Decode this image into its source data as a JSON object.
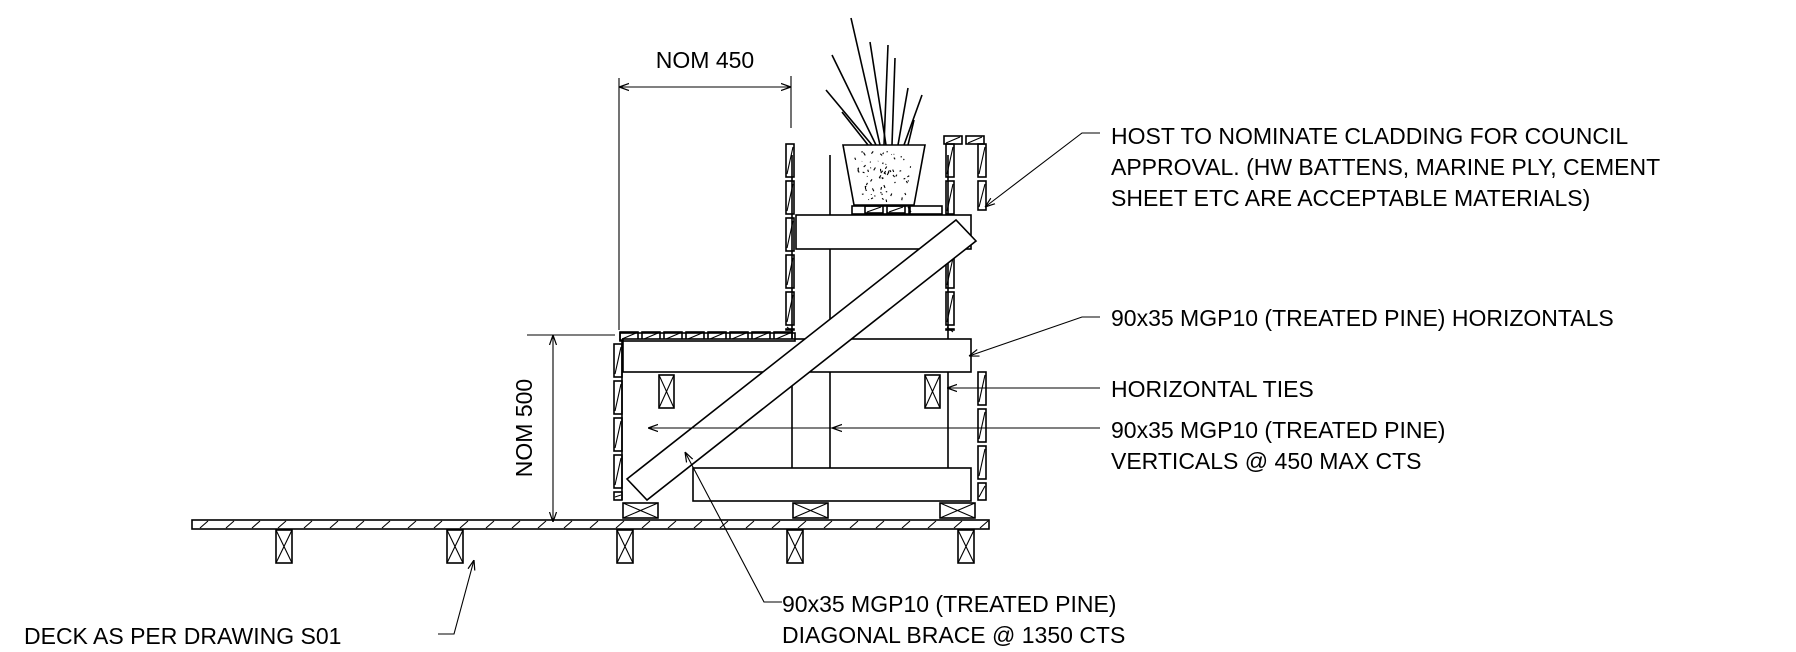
{
  "dimensions": {
    "width_label": "NOM 450",
    "height_label": "NOM 500"
  },
  "callouts": {
    "cladding": [
      "HOST TO NOMINATE CLADDING FOR COUNCIL",
      "APPROVAL. (HW BATTENS, MARINE PLY, CEMENT",
      "SHEET ETC ARE ACCEPTABLE MATERIALS)"
    ],
    "horizontals": "90x35 MGP10 (TREATED PINE) HORIZONTALS",
    "ties": "HORIZONTAL TIES",
    "verticals": [
      "90x35 MGP10 (TREATED PINE)",
      "VERTICALS @ 450 MAX CTS"
    ],
    "brace": [
      "90x35 MGP10 (TREATED PINE)",
      "DIAGONAL BRACE @ 1350 CTS"
    ],
    "deck": "DECK AS PER DRAWING S01"
  }
}
